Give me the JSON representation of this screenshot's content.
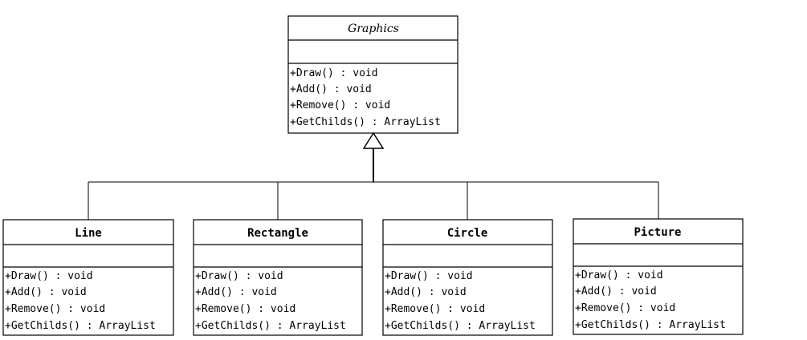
{
  "diagram": {
    "type": "uml-class-diagram",
    "parent": {
      "name": "Graphics",
      "abstract": true,
      "attributes": [],
      "operations": [
        "+Draw() : void",
        "+Add() : void",
        "+Remove() : void",
        "+GetChilds() : ArrayList"
      ]
    },
    "children": [
      {
        "name": "Line",
        "attributes": [],
        "operations": [
          "+Draw() : void",
          "+Add() : void",
          "+Remove() : void",
          "+GetChilds() : ArrayList"
        ]
      },
      {
        "name": "Rectangle",
        "attributes": [],
        "operations": [
          "+Draw() : void",
          "+Add() : void",
          "+Remove() : void",
          "+GetChilds() : ArrayList"
        ]
      },
      {
        "name": "Circle",
        "attributes": [],
        "operations": [
          "+Draw() : void",
          "+Add() : void",
          "+Remove() : void",
          "+GetChilds() : ArrayList"
        ]
      },
      {
        "name": "Picture",
        "attributes": [],
        "operations": [
          "+Draw() : void",
          "+Add() : void",
          "+Remove() : void",
          "+GetChilds() : ArrayList"
        ]
      }
    ],
    "relationship": "generalization"
  }
}
